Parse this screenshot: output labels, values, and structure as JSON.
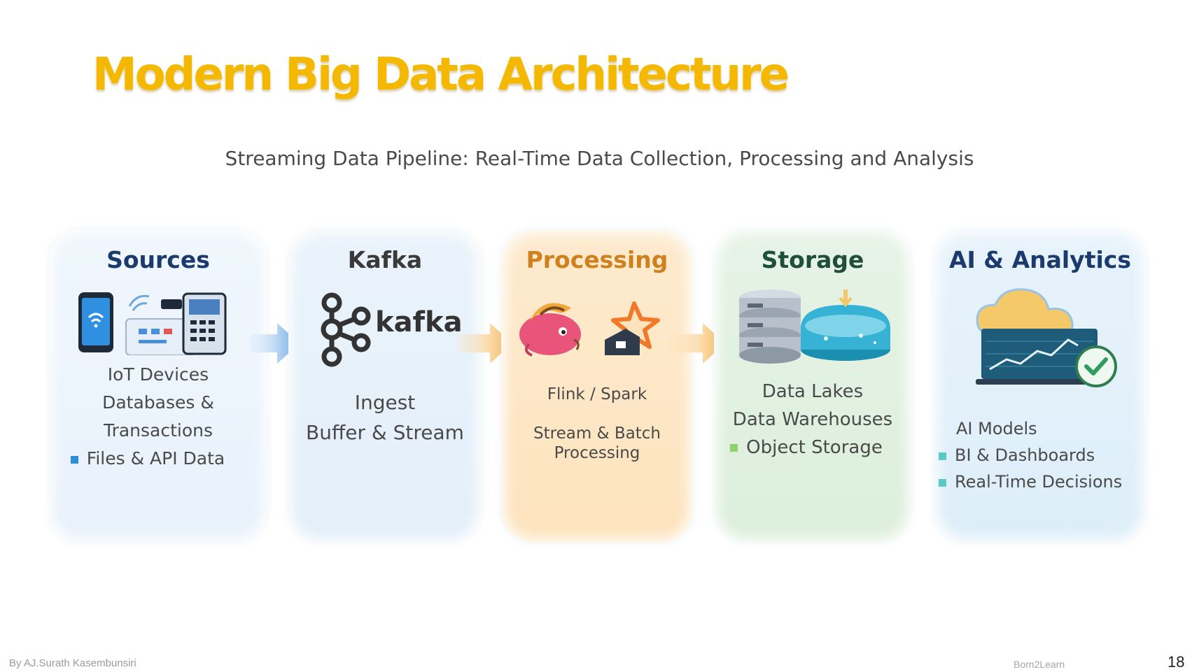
{
  "slide": {
    "title": "Modern Big Data Architecture",
    "subtitle": "Streaming Data Pipeline: Real-Time Data Collection, Processing and Analysis"
  },
  "stages": {
    "sources": {
      "title": "Sources",
      "items": [
        "IoT Devices",
        "Databases &",
        "Transactions",
        "Files & API Data"
      ]
    },
    "kafka": {
      "title": "Kafka",
      "logo_text": "kafka",
      "items": [
        "Ingest",
        "Buffer & Stream"
      ]
    },
    "processing": {
      "title": "Processing",
      "items": [
        "Flink / Spark",
        "Stream & Batch",
        "Processing"
      ]
    },
    "storage": {
      "title": "Storage",
      "items": [
        "Data Lakes",
        "Data Warehouses",
        "Object Storage"
      ]
    },
    "ai": {
      "title": "AI & Analytics",
      "items": [
        "AI Models",
        "BI & Dashboards",
        "Real-Time Decisions"
      ]
    }
  },
  "icons": {
    "sources": "iot-devices-icon",
    "kafka": "kafka-logo-icon",
    "processing": "flink-spark-icon",
    "storage": "database-lake-icon",
    "ai": "cloud-analytics-icon",
    "arrow": "arrow-right-icon"
  },
  "colors": {
    "title": "#f5b800",
    "sources_title": "#1b3b6f",
    "processing_title": "#d0801c",
    "storage_title": "#1f4f35",
    "arrow_blue": "#5a9ee0",
    "arrow_orange": "#f7b24a"
  },
  "footer": {
    "author": "By AJ.Surath Kasembunsiri",
    "brand": "Born2Learn",
    "page": "18"
  }
}
